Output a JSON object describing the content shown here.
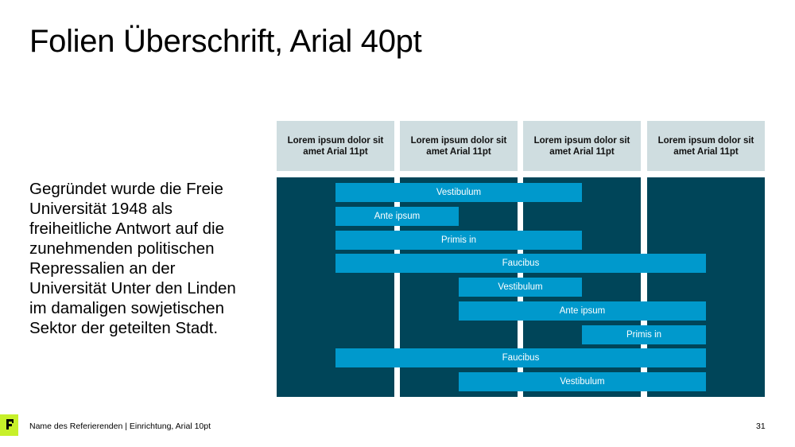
{
  "slide": {
    "title": "Folien Überschrift, Arial 40pt",
    "body_text": "Gegründet wurde die Freie Universität 1948 als freiheitliche Antwort auf die zunehmenden politischen Repressalien an der Universität Unter den Linden im damaligen sowjetischen Sektor der geteilten Stadt.",
    "footer": "Name des Referierenden | Einrichtung, Arial 10pt",
    "page_number": "31"
  },
  "columns": [
    {
      "header": "Lorem ipsum dolor sit amet Arial 11pt"
    },
    {
      "header": "Lorem ipsum dolor sit amet Arial 11pt"
    },
    {
      "header": "Lorem ipsum dolor sit amet Arial 11pt"
    },
    {
      "header": "Lorem ipsum dolor sit amet Arial 11pt"
    }
  ],
  "bars": [
    {
      "label": "Vestibulum",
      "start": 0.5,
      "end": 2.5
    },
    {
      "label": "Ante ipsum",
      "start": 0.5,
      "end": 1.5
    },
    {
      "label": "Primis in",
      "start": 0.5,
      "end": 2.5
    },
    {
      "label": "Faucibus",
      "start": 0.5,
      "end": 3.5
    },
    {
      "label": "Vestibulum",
      "start": 1.5,
      "end": 2.5
    },
    {
      "label": "Ante ipsum",
      "start": 1.5,
      "end": 3.5
    },
    {
      "label": "Primis in",
      "start": 2.5,
      "end": 3.5
    },
    {
      "label": "Faucibus",
      "start": 0.5,
      "end": 3.5
    },
    {
      "label": "Vestibulum",
      "start": 1.5,
      "end": 3.5
    }
  ],
  "colors": {
    "header_bg": "#cfdde0",
    "column_bg": "#004559",
    "bar": "#0099cc",
    "logo": "#c7f02a"
  }
}
